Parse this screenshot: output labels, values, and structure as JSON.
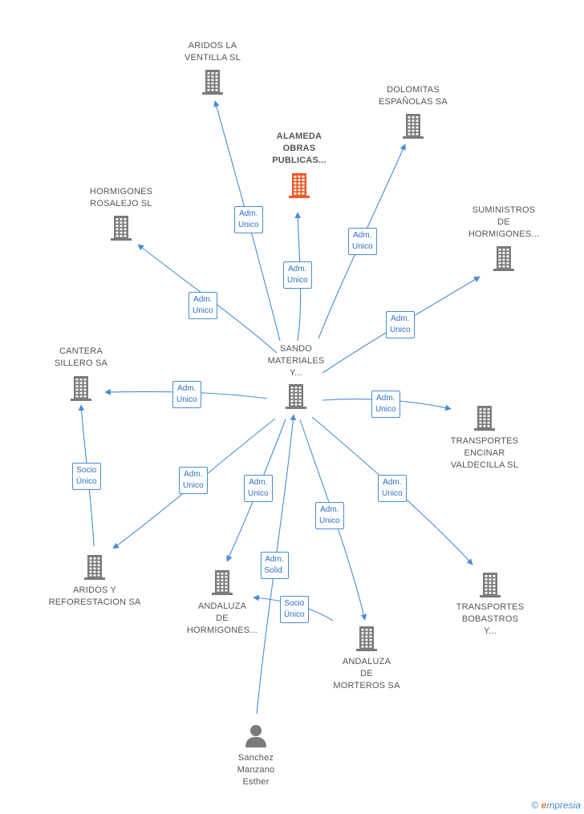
{
  "colors": {
    "edge": "#4a8bd6",
    "building": "#7a7a7a",
    "focus_building": "#ef5a2a",
    "person": "#7a7a7a"
  },
  "nodes": [
    {
      "id": "aridos-ventilla",
      "label": "ARIDOS LA\nVENTILLA SL",
      "icon": "building-icon"
    },
    {
      "id": "dolomitas",
      "label": "DOLOMITAS\nESPAÑOLAS SA",
      "icon": "building-icon"
    },
    {
      "id": "alameda",
      "label": "ALAMEDA\nOBRAS\nPUBLICAS...",
      "icon": "building-icon",
      "focus": true
    },
    {
      "id": "hormigones-rosalejo",
      "label": "HORMIGONES\nROSALEJO SL",
      "icon": "building-icon"
    },
    {
      "id": "suministros",
      "label": "SUMINISTROS\nDE\nHORMIGONES...",
      "icon": "building-icon"
    },
    {
      "id": "sando",
      "label": "SANDO\nMATERIALES\nY...",
      "icon": "building-icon"
    },
    {
      "id": "cantera",
      "label": "CANTERA\nSILLERO SA",
      "icon": "building-icon"
    },
    {
      "id": "transportes-encinar",
      "label": "TRANSPORTES\nENCINAR\nVALDECILLA SL",
      "icon": "building-icon"
    },
    {
      "id": "aridos-reforestacion",
      "label": "ARIDOS Y\nREFORESTACION SA",
      "icon": "building-icon"
    },
    {
      "id": "andaluza-hormigones",
      "label": "ANDALUZA\nDE\nHORMIGONES...",
      "icon": "building-icon"
    },
    {
      "id": "transportes-bobastros",
      "label": "TRANSPORTES\nBOBASTROS\nY...",
      "icon": "building-icon"
    },
    {
      "id": "andaluza-morteros",
      "label": "ANDALUZA\nDE\nMORTEROS SA",
      "icon": "building-icon"
    },
    {
      "id": "sanchez",
      "label": "Sanchez\nManzano\nEsther",
      "icon": "person-icon"
    }
  ],
  "edges": [
    {
      "from": "sando",
      "to": "aridos-ventilla",
      "label": "Adm.\nUnico"
    },
    {
      "from": "sando",
      "to": "dolomitas",
      "label": "Adm.\nUnico"
    },
    {
      "from": "sando",
      "to": "alameda",
      "label": "Adm.\nUnico"
    },
    {
      "from": "sando",
      "to": "hormigones-rosalejo",
      "label": "Adm.\nUnico"
    },
    {
      "from": "sando",
      "to": "suministros",
      "label": "Adm.\nUnico"
    },
    {
      "from": "sando",
      "to": "cantera",
      "label": "Adm.\nUnico"
    },
    {
      "from": "sando",
      "to": "transportes-encinar",
      "label": "Adm.\nUnico"
    },
    {
      "from": "sando",
      "to": "aridos-reforestacion",
      "label": "Adm.\nUnico"
    },
    {
      "from": "sando",
      "to": "andaluza-hormigones",
      "label": "Adm.\nUnico"
    },
    {
      "from": "sando",
      "to": "andaluza-morteros",
      "label": "Adm.\nUnico"
    },
    {
      "from": "sando",
      "to": "transportes-bobastros",
      "label": "Adm.\nUnico"
    },
    {
      "from": "aridos-reforestacion",
      "to": "cantera",
      "label": "Socio\nÚnico"
    },
    {
      "from": "andaluza-morteros",
      "to": "andaluza-hormigones",
      "label": "Socio\nÚnico"
    },
    {
      "from": "sanchez",
      "to": "sando",
      "label": "Adm.\nSolid."
    }
  ],
  "footer": {
    "copyright": "©",
    "brand_e": "e",
    "brand_rest": "mpresia"
  }
}
